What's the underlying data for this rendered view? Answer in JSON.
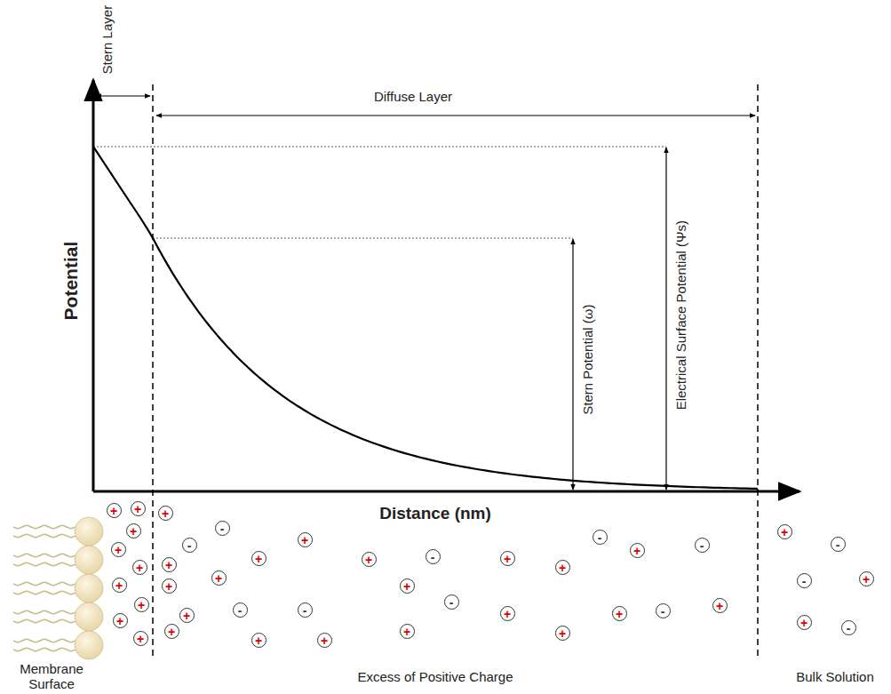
{
  "diagram": {
    "labels": [
      "Stern Layer",
      "Diffuse Layer",
      "Potential",
      "Stern Potential (ω)",
      "Electrical Surface Potential (Ψs)",
      "Distance (nm)",
      "+",
      "+",
      "+",
      "+",
      "+",
      "+",
      "+",
      "+",
      "+",
      "+",
      "+",
      "+",
      "+",
      "+",
      "-",
      "-",
      "+",
      "-",
      "+",
      "+",
      "+",
      "-",
      "+",
      "+",
      "+",
      "-",
      "-",
      "+",
      "+",
      "+",
      "+",
      "+",
      "-",
      "+",
      "+",
      "-",
      "-",
      "+",
      "+",
      "-",
      "+",
      "-",
      "+",
      "-",
      "Membrane Surface",
      "Excess of Positive Charge",
      "Bulk Solution"
    ]
  }
}
